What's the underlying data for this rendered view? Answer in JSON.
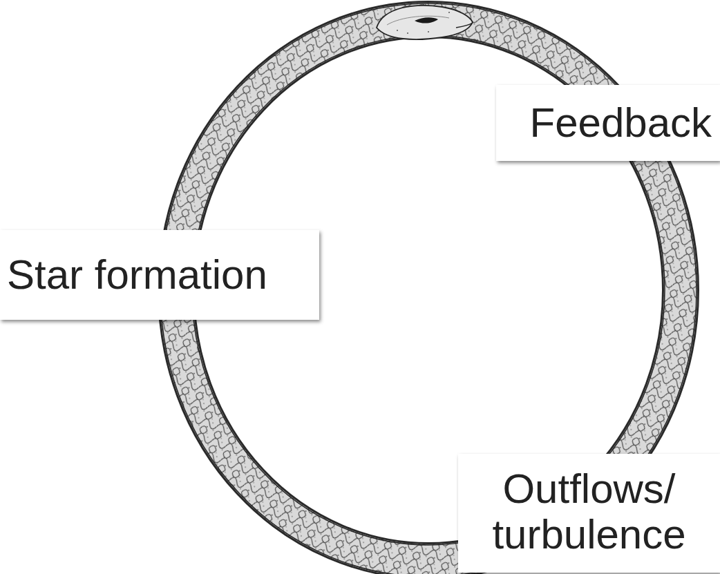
{
  "diagram": {
    "nodes": [
      {
        "text": [
          "Feedback"
        ]
      },
      {
        "text": [
          "Star formation"
        ]
      },
      {
        "text": [
          "Outflows/ turbulence"
        ]
      }
    ]
  }
}
